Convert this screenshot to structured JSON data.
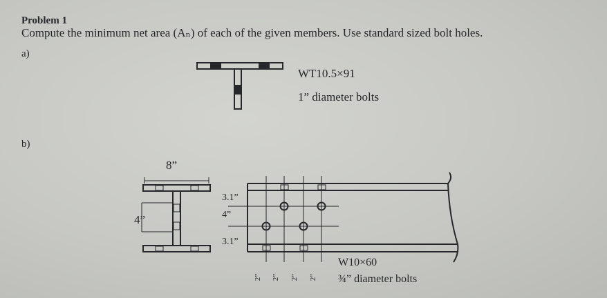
{
  "problem": {
    "title": "Problem 1",
    "instructions": "Compute the minimum net area (Aₙ) of each of the given members. Use standard sized bolt holes."
  },
  "part_a": {
    "label": "a)",
    "section": "WT10.5×91",
    "bolts": "1” diameter bolts"
  },
  "part_b": {
    "label": "b)",
    "flange_width": "8”",
    "flange_gage": "4”",
    "edge_top": "3.1”",
    "gage_mid": "4”",
    "edge_bottom": "3.1”",
    "pitches": [
      "2”",
      "2”",
      "2”",
      "2”"
    ],
    "section": "W10×60",
    "bolts": "¾” diameter bolts"
  },
  "colors": {
    "ink": "#26272b",
    "paper": "#c9cac5"
  }
}
